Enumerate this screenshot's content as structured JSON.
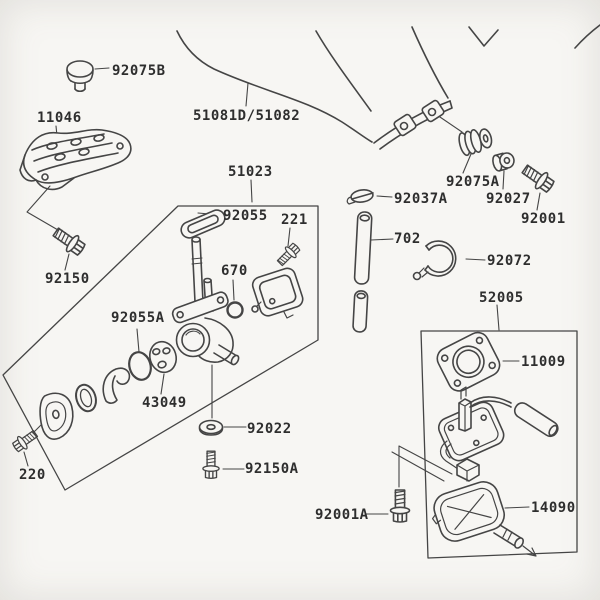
{
  "meta": {
    "title": "Fuel tank exploded parts diagram",
    "type": "exploded-parts-diagram"
  },
  "colors": {
    "paper": "#f7f6f3",
    "ink": "#454545",
    "label_ink": "#2e2e2e"
  },
  "labels": {
    "92075B": "92075B",
    "11046": "11046",
    "51081D_51082": "51081D/51082",
    "51023": "51023",
    "92055": "92055",
    "221": "221",
    "670": "670",
    "92037A": "92037A",
    "702": "702",
    "92075A": "92075A",
    "92027": "92027",
    "92001": "92001",
    "92072": "92072",
    "52005": "52005",
    "11009": "11009",
    "92055A": "92055A",
    "43049": "43049",
    "220": "220",
    "92150": "92150",
    "92022": "92022",
    "92150A": "92150A",
    "92001A": "92001A",
    "14090": "14090"
  }
}
